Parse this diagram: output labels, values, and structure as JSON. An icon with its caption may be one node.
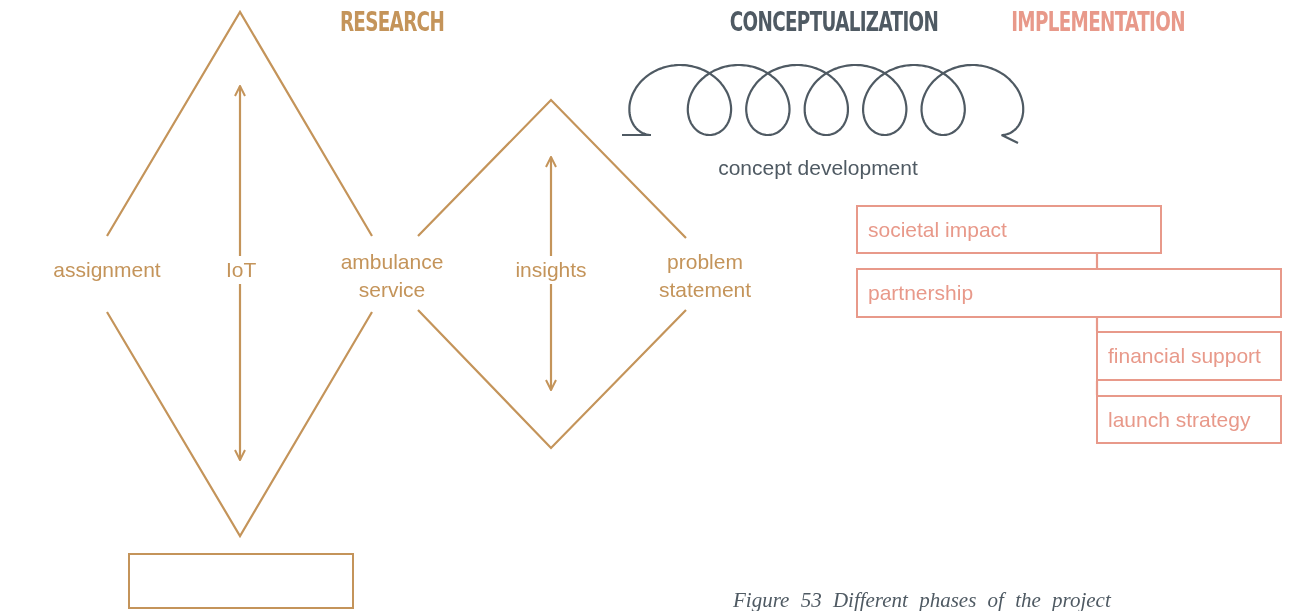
{
  "diagram": {
    "caption": "Figure 53 Different phases of the project",
    "nodes": [
      {
        "text": [
          "IoT"
        ]
      },
      {
        "text": [
          "insights"
        ]
      },
      {
        "text": [],
        "shape": "box"
      },
      {
        "text": [
          "societal impact"
        ]
      },
      {
        "text": [
          "partnership"
        ]
      },
      {
        "text": [
          "financial support"
        ]
      },
      {
        "text": [
          "launch strategy"
        ]
      }
    ],
    "edges": [
      {
        "from": 0,
        "to": null,
        "arrow": "to"
      },
      {
        "from": 0,
        "to": null,
        "arrow": "to"
      },
      {
        "from": 1,
        "to": null,
        "arrow": "to"
      },
      {
        "from": 1,
        "to": null,
        "arrow": "to"
      },
      {
        "from": 3,
        "to": 4,
        "arrow": "none",
        "color": "#e8998a"
      },
      {
        "from": 4,
        "to": 5,
        "arrow": "none",
        "color": "#e8998a"
      },
      {
        "from": 5,
        "to": 6,
        "arrow": "none",
        "color": "#e8998a"
      }
    ],
    "labels": [
      "RESEARCH",
      "CONCEPTUALIZATION",
      "IMPLEMENTATION",
      "assignment",
      "ambulance service",
      "problem statement",
      "concept development"
    ]
  }
}
